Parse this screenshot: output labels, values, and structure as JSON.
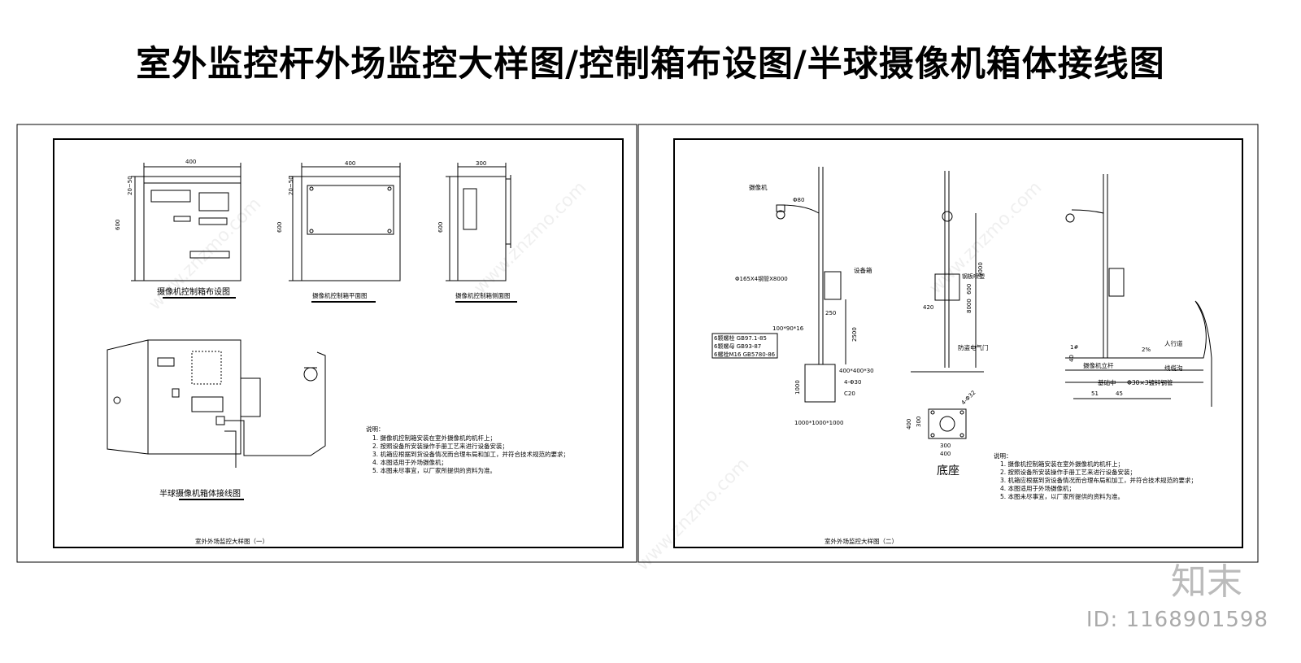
{
  "title": "室外监控杆外场监控大样图/控制箱布设图/半球摄像机箱体接线图",
  "sheet1": {
    "footer": "室外外场监控大样图（一）",
    "caption_layout": "摄像机控制箱布设图",
    "caption_front": "摄像机控制箱平面图",
    "caption_side": "摄像机控制箱侧面图",
    "caption_wiring": "半球摄像机箱体接线图",
    "dim_400a": "400",
    "dim_400b": "400",
    "dim_300": "300",
    "dim_600a": "600",
    "dim_600b": "600",
    "dim_600c": "600",
    "dim_20_50a": "20~50",
    "dim_20_50b": "20~50",
    "notes_title": "说明：",
    "notes": [
      "1. 摄像机控制箱安装在室外摄像机的机杆上；",
      "2. 按照设备所安装操作手册工艺来进行设备安装；",
      "3. 机箱应根据到货设备情况而合理布局和加工，并符合技术规范的要求；",
      "4. 本图适用于外场摄像机；",
      "5. 本图未尽事宜，以厂家所提供的资料为准。"
    ]
  },
  "sheet2": {
    "footer": "室外外场监控大样图（二）",
    "camera": "摄像机",
    "d80": "Φ80",
    "pole_spec": "Φ165X4钢管X8000",
    "box": "设备箱",
    "dim_250": "250",
    "dim_2500": "2500",
    "plate": "100*90*16",
    "bolts": [
      "6颗螺栓  GB97.1-85",
      "6颗螺母  GB93-87",
      "6螺栓M16  GB5780-86"
    ],
    "base_dim": "400*400*30",
    "holes": "4-Φ30",
    "c20": "C20",
    "dim_1000": "1000",
    "foundation": "1000*1000*1000",
    "steel_box": "钢板喷塑",
    "dim_600": "600",
    "dim_9000": "9000",
    "dim_8000": "8000",
    "dim_420": "420",
    "door": "防盗电气门",
    "base_title": "底座",
    "base_holes": "4-Φ32",
    "base_400": "400",
    "base_300v": "300",
    "base_300h": "300",
    "base_400h": "400",
    "walkway": "人行道",
    "cable_well": "线缆沟",
    "pole_label": "摄像机立杆",
    "base_label": "基础中",
    "pipe": "Φ30×3镀锌钢管",
    "dim_1b": "1#",
    "dim_40": "40",
    "dim_2p": "2%",
    "dim_51": "51",
    "dim_45": "45",
    "notes_title": "说明：",
    "notes": [
      "1. 摄像机控制箱安装在室外摄像机的机杆上；",
      "2. 按照设备所安装操作手册工艺来进行设备安装；",
      "3. 机箱应根据到货设备情况而合理布局和加工，并符合技术规范的要求；",
      "4. 本图适用于外场摄像机；",
      "5. 本图未尽事宜，以厂家所提供的资料为准。"
    ]
  },
  "watermark": "www.znzmo.com",
  "logo": "知末",
  "id_stamp": "ID: 1168901598"
}
